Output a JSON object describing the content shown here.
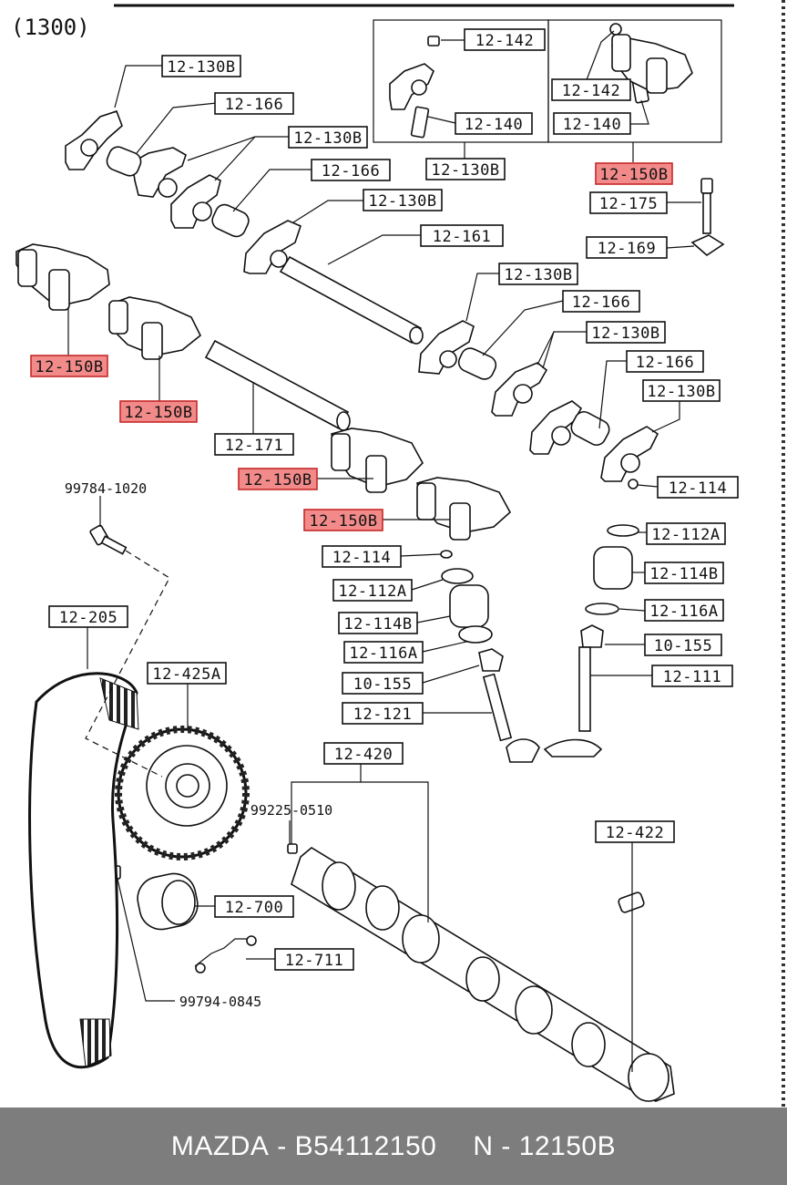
{
  "diagram": {
    "engine_label": "(1300)",
    "part_labels": [
      {
        "id": "l1",
        "text": "12-130B",
        "highlight": false
      },
      {
        "id": "l2",
        "text": "12-166",
        "highlight": false
      },
      {
        "id": "l3",
        "text": "12-130B",
        "highlight": false
      },
      {
        "id": "l4",
        "text": "12-166",
        "highlight": false
      },
      {
        "id": "l5",
        "text": "12-130B",
        "highlight": false
      },
      {
        "id": "l6",
        "text": "12-161",
        "highlight": false
      },
      {
        "id": "l7",
        "text": "12-142",
        "highlight": false
      },
      {
        "id": "l8",
        "text": "12-140",
        "highlight": false
      },
      {
        "id": "l9",
        "text": "12-130B",
        "highlight": false
      },
      {
        "id": "l10",
        "text": "12-142",
        "highlight": false
      },
      {
        "id": "l11",
        "text": "12-140",
        "highlight": false
      },
      {
        "id": "l12",
        "text": "12-150B",
        "highlight": true
      },
      {
        "id": "l13",
        "text": "12-175",
        "highlight": false
      },
      {
        "id": "l14",
        "text": "12-169",
        "highlight": false
      },
      {
        "id": "l15",
        "text": "12-130B",
        "highlight": false
      },
      {
        "id": "l16",
        "text": "12-166",
        "highlight": false
      },
      {
        "id": "l17",
        "text": "12-130B",
        "highlight": false
      },
      {
        "id": "l18",
        "text": "12-166",
        "highlight": false
      },
      {
        "id": "l19",
        "text": "12-130B",
        "highlight": false
      },
      {
        "id": "l20",
        "text": "12-150B",
        "highlight": true
      },
      {
        "id": "l21",
        "text": "12-150B",
        "highlight": true
      },
      {
        "id": "l22",
        "text": "12-171",
        "highlight": false
      },
      {
        "id": "l23",
        "text": "12-150B",
        "highlight": true
      },
      {
        "id": "l24",
        "text": "12-150B",
        "highlight": true
      },
      {
        "id": "l25",
        "text": "12-114",
        "highlight": false
      },
      {
        "id": "l26",
        "text": "12-112A",
        "highlight": false
      },
      {
        "id": "l27",
        "text": "12-114B",
        "highlight": false
      },
      {
        "id": "l28",
        "text": "12-116A",
        "highlight": false
      },
      {
        "id": "l29",
        "text": "10-155",
        "highlight": false
      },
      {
        "id": "l30",
        "text": "12-111",
        "highlight": false
      },
      {
        "id": "l31",
        "text": "12-114",
        "highlight": false
      },
      {
        "id": "l32",
        "text": "12-112A",
        "highlight": false
      },
      {
        "id": "l33",
        "text": "12-114B",
        "highlight": false
      },
      {
        "id": "l34",
        "text": "12-116A",
        "highlight": false
      },
      {
        "id": "l35",
        "text": "10-155",
        "highlight": false
      },
      {
        "id": "l36",
        "text": "12-121",
        "highlight": false
      },
      {
        "id": "l37",
        "text": "12-205",
        "highlight": false
      },
      {
        "id": "l38",
        "text": "12-425A",
        "highlight": false
      },
      {
        "id": "l39",
        "text": "12-420",
        "highlight": false
      },
      {
        "id": "l40",
        "text": "12-422",
        "highlight": false
      },
      {
        "id": "l41",
        "text": "12-700",
        "highlight": false
      },
      {
        "id": "l42",
        "text": "12-711",
        "highlight": false
      }
    ],
    "plain_labels": [
      {
        "id": "p1",
        "text": "99784-1020"
      },
      {
        "id": "p2",
        "text": "99225-0510"
      },
      {
        "id": "p3",
        "text": "99794-0845"
      }
    ]
  },
  "footer": {
    "brand": "MAZDA",
    "separator": "-",
    "part_number": "B54112150",
    "ref_prefix": "N",
    "ref_number": "12150B"
  },
  "colors": {
    "highlight_fill": "#f28a8a",
    "highlight_border": "#c62828",
    "footer_bg": "#7d7d7d",
    "footer_text": "#ffffff"
  }
}
